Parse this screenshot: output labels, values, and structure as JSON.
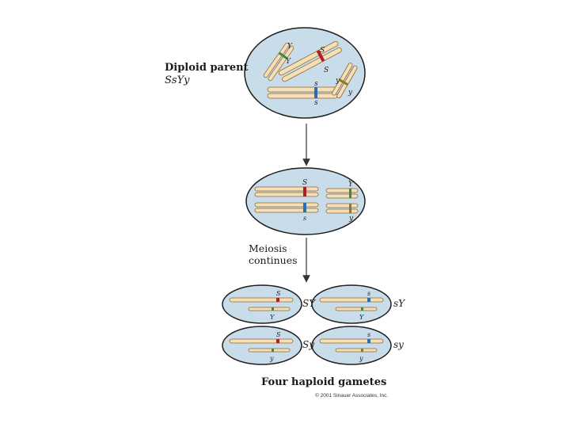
{
  "labels": {
    "diploid_title": "Diploid parent",
    "diploid_genotype": "SsYy",
    "meiosis_line1": "Meiosis",
    "meiosis_line2": "continues",
    "gametes_title": "Four haploid gametes",
    "credit": "© 2001 Sinauer Associates, Inc."
  },
  "alleles": {
    "S": "S",
    "s": "s",
    "Y": "Y",
    "y": "y"
  },
  "gametes": [
    {
      "genotype": "SY",
      "top": "S",
      "bottom": "Y"
    },
    {
      "genotype": "sY",
      "top": "s",
      "bottom": "Y"
    },
    {
      "genotype": "Sy",
      "top": "S",
      "bottom": "y"
    },
    {
      "genotype": "sy",
      "top": "s",
      "bottom": "y"
    }
  ],
  "colors": {
    "cell_fill": "#c9dcea",
    "cell_stroke": "#1e1e1e",
    "chromosome_fill": "#f6dfb4",
    "chromosome_stroke": "#8a6a3c",
    "allele_S": "#b01c2e",
    "allele_s": "#2a6db0",
    "allele_Y": "#3f8a3c",
    "allele_y": "#8a7a2a",
    "arrow": "#333333"
  }
}
